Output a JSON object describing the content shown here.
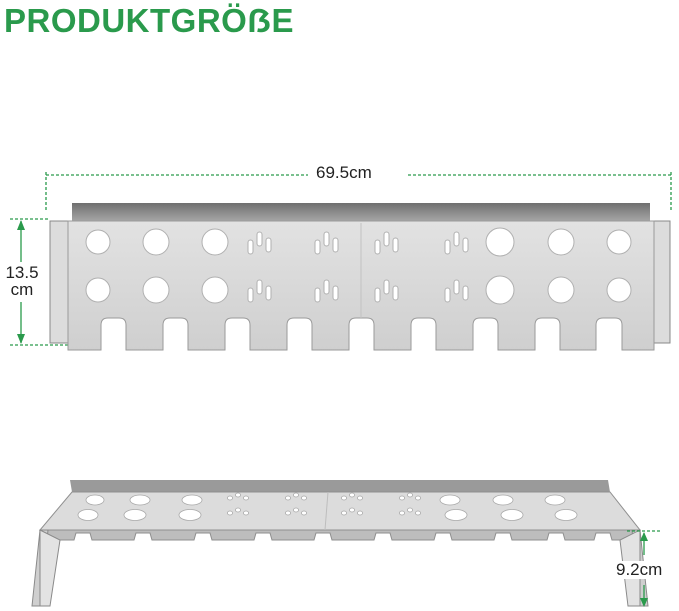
{
  "title": "PRODUKTGRÖẞE",
  "dimensions": {
    "width": "69.5cm",
    "height_value": "13.5",
    "height_unit": "cm",
    "depth": "9.2cm"
  },
  "colors": {
    "accent": "#2a9a4c",
    "metal": "#d6d6d6",
    "metal_edge": "#8a8a8a"
  },
  "icons": [
    "dimension-arrow-icon"
  ]
}
